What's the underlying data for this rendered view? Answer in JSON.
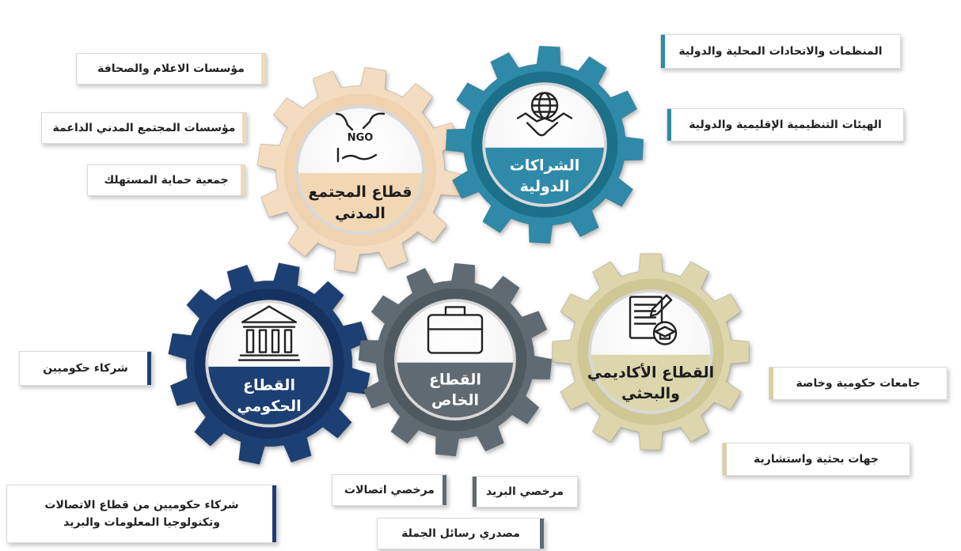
{
  "colors": {
    "international": "#2e8aa8",
    "international_inner": "#1f6f8a",
    "civil": "#f4dcc0",
    "civil_inner": "#efd2b0",
    "government": "#1f3f73",
    "government_inner": "#163060",
    "private": "#5f6b73",
    "private_inner": "#4f5a61",
    "academic": "#ddd6ad",
    "academic_inner": "#cfc794",
    "box_bar_gov": "#1f3f73",
    "box_bar_civil": "#f0d8b8",
    "box_bar_intl": "#2e8aa8",
    "box_bar_private": "#5f6b73",
    "box_bar_academic": "#d9d0a0"
  },
  "gears": {
    "international": {
      "line1": "الشراكات",
      "line2": "الدولية",
      "icon": "handshake-globe-icon"
    },
    "civil": {
      "line1": "قطاع المجتمع",
      "line2": "المدني",
      "icon": "ngo-hands-icon"
    },
    "government": {
      "line1": "القطاع",
      "line2": "الحكومي",
      "icon": "government-building-icon"
    },
    "private": {
      "line1": "القطاع",
      "line2": "الخاص",
      "icon": "briefcase-icon"
    },
    "academic": {
      "line1": "القطاع الأكاديمي",
      "line2": "والبحثي",
      "icon": "research-paper-graduation-icon"
    }
  },
  "ngo_text": "NGO",
  "boxes": {
    "media": "مؤسسات الاعلام والصحافة",
    "civil_support": "مؤسسات المجتمع المدني الداعمة",
    "consumer": "جمعية حماية المستهلك",
    "local_orgs": "المنظمات والاتحادات المحلية والدولية",
    "regional_bodies": "الهيئات التنظيمية الإقليمية والدولية",
    "gov_partners": "شركاء حكوميين",
    "gov_ict_line1": "شركاء حكوميين من قطاع الاتصالات",
    "gov_ict_line2": "وتكنولوجيا المعلومات والبريد",
    "telecom_licensees": "مرخصي اتصالات",
    "postal_licensees": "مرخصي البريد",
    "bulk_sms": "مصدري رسائل الجملة",
    "universities": "جامعات حكومية وخاصة",
    "research": "جهات بحثية واستشارية"
  }
}
